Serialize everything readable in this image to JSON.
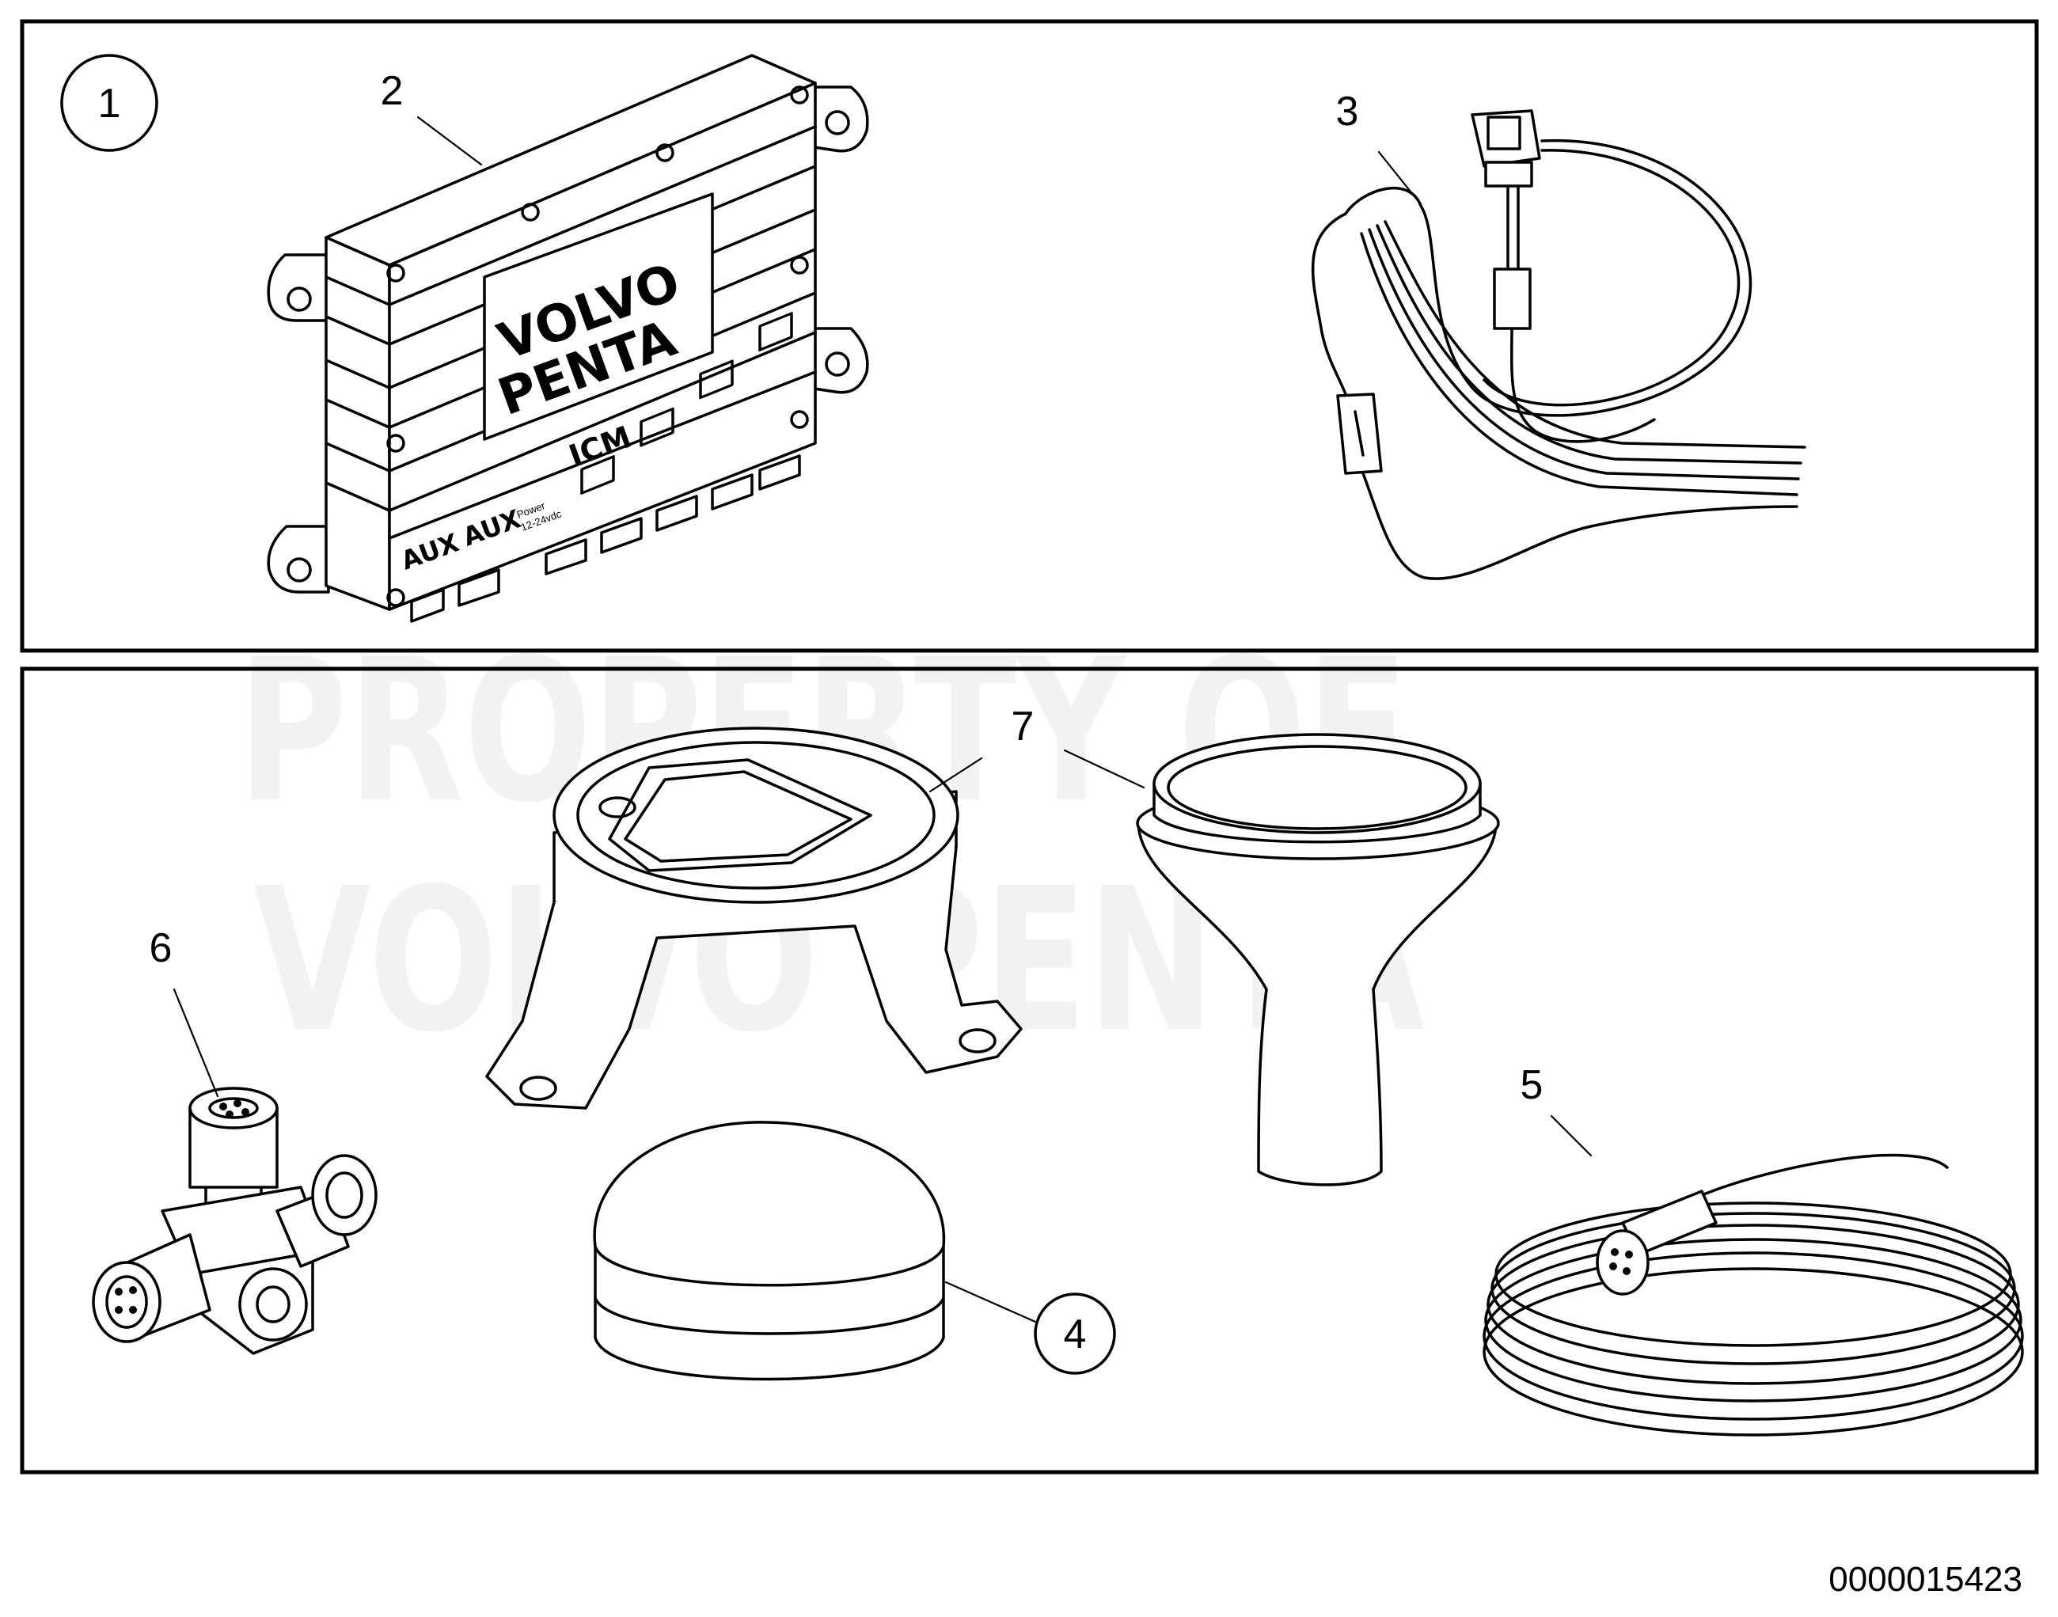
{
  "diagram": {
    "callouts": {
      "c1": "1",
      "c2": "2",
      "c3": "3",
      "c4": "4",
      "c5": "5",
      "c6": "6",
      "c7": "7"
    },
    "icm_module": {
      "brand_line1": "VOLVO",
      "brand_line2": "PENTA",
      "model": "ICM",
      "aux1": "AUX",
      "aux2": "AUX",
      "power_line1": "Power",
      "power_line2": "12-24vdc"
    },
    "watermark": {
      "line1": "PROPERTY OF",
      "line2": "VOLVO PENTA"
    }
  },
  "document_number": "0000015423"
}
